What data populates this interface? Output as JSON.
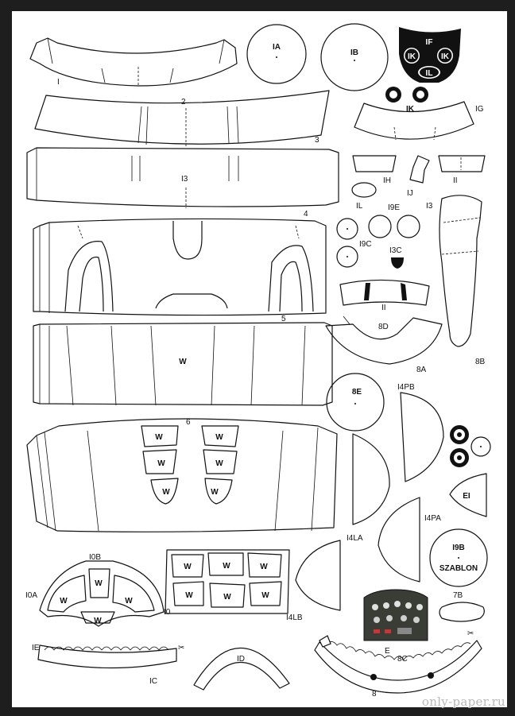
{
  "labels": {
    "p1": "I",
    "p2": "2",
    "p3": "3",
    "p13": "I3",
    "p4": "4",
    "p5": "5",
    "p6": "6",
    "ia": "IA",
    "ib": "IB",
    "if": "IF",
    "ik": "IK",
    "il": "IL",
    "ig": "IG",
    "ih": "IH",
    "ij": "IJ",
    "ii": "II",
    "il2": "IL",
    "i9e": "I9E",
    "i13b": "I3",
    "i9c": "I9C",
    "i13c": "I3C",
    "ii2": "II",
    "e8d": "8D",
    "e8a": "8A",
    "e8b": "8B",
    "e8e": "8E",
    "e14pb": "I4PB",
    "ei": "EI",
    "e14pa": "I4PA",
    "e14la": "I4LA",
    "e19b": "I9B",
    "szablon": "SZABLON",
    "e14lb": "I4LB",
    "e7b": "7B",
    "e10b": "I0B",
    "e10a": "I0A",
    "e10": "I0",
    "ie": "IE",
    "ic": "IC",
    "id": "ID",
    "ee": "E",
    "e8c": "8C",
    "e8": "8",
    "w": "W"
  },
  "watermark": "only-paper.ru",
  "colors": {
    "background": "#1e1e1e",
    "sheet": "#ffffff",
    "ink": "#111111",
    "instrument_panel": "#3a3d36"
  }
}
